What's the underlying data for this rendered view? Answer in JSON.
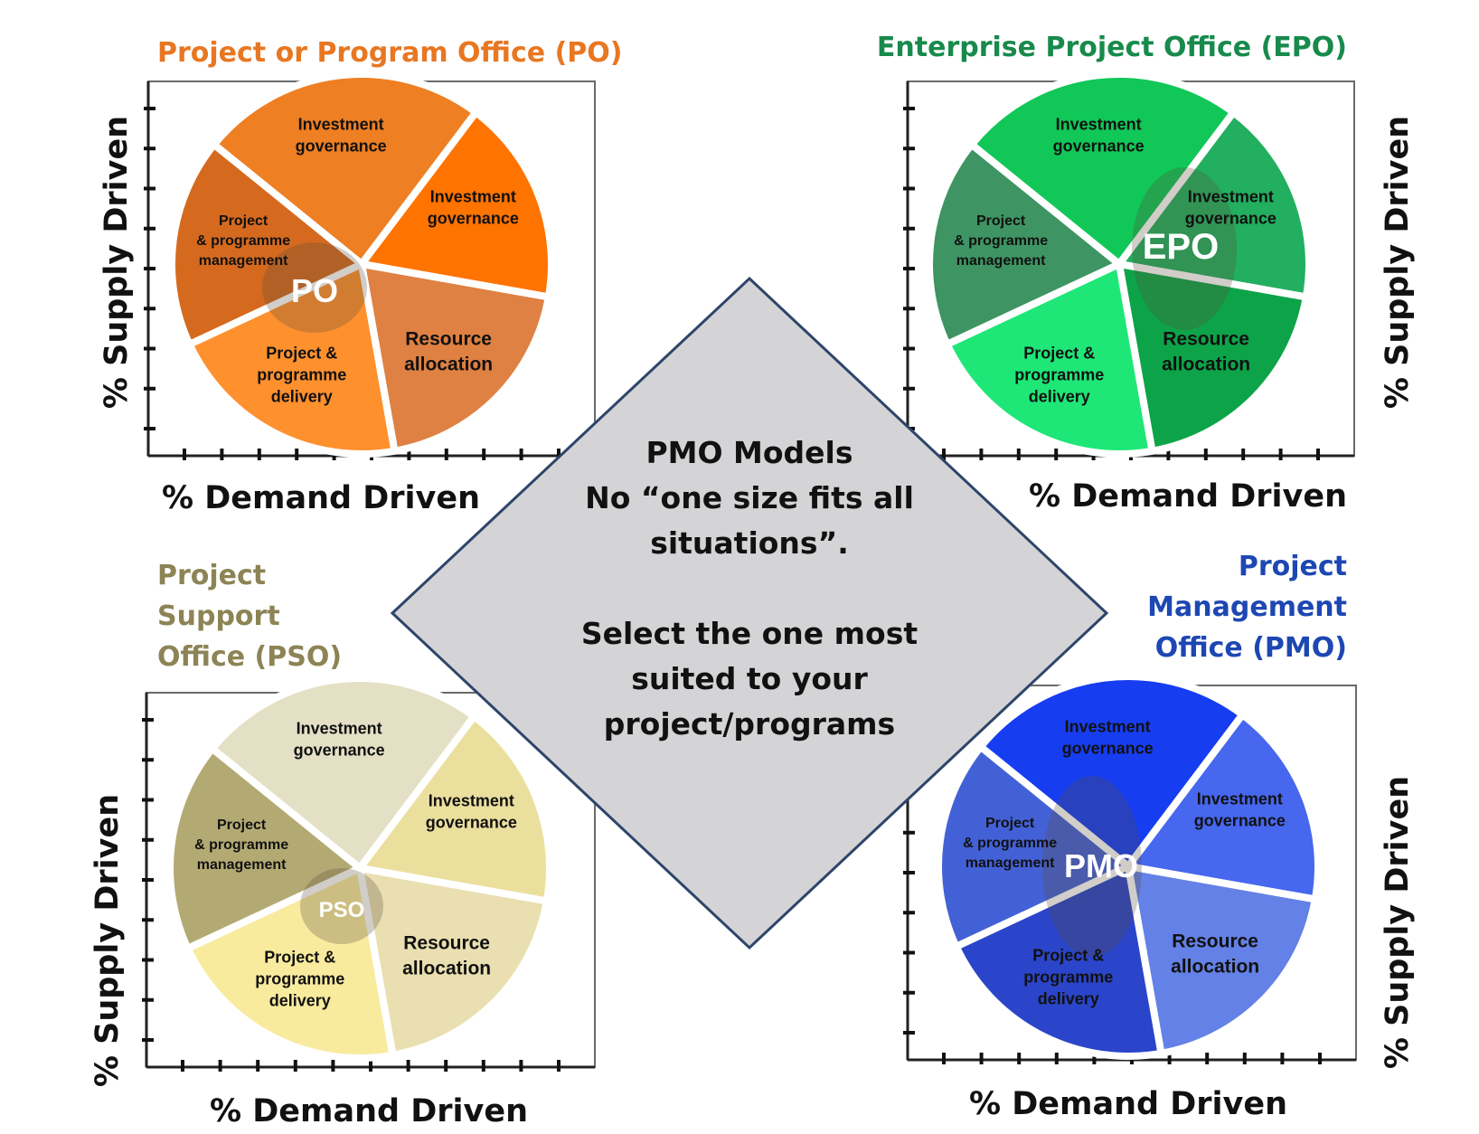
{
  "center": {
    "lines": [
      "PMO Models",
      "No “one size fits all",
      "situations”.",
      "",
      "Select the one most",
      "suited to your",
      "project/programs"
    ]
  },
  "axis": {
    "x_label": "% Demand Driven",
    "y_label": "% Supply Driven"
  },
  "quadrants": [
    {
      "id": "po",
      "title_lines": [
        "Project or Program Office (PO)"
      ],
      "title_color": "#E87722",
      "core_label": "PO",
      "segments": [
        {
          "lines": [
            "Investment",
            "governance"
          ],
          "color": "#EE7F22"
        },
        {
          "lines": [
            "Investment",
            "governance"
          ],
          "color": "#FF7300"
        },
        {
          "lines": [
            "Resource",
            "allocation"
          ],
          "color": "#DE8142"
        },
        {
          "lines": [
            "Project &",
            "programme",
            "delivery"
          ],
          "color": "#FF902E"
        },
        {
          "lines": [
            "Project",
            "& programme",
            "management"
          ],
          "color": "#D56A1F"
        }
      ]
    },
    {
      "id": "epo",
      "title_lines": [
        "Enterprise Project Office (EPO)"
      ],
      "title_color": "#178A4C",
      "core_label": "EPO",
      "segments": [
        {
          "lines": [
            "Investment",
            "governance"
          ],
          "color": "#10C758"
        },
        {
          "lines": [
            "Investment",
            "governance"
          ],
          "color": "#22AF5F"
        },
        {
          "lines": [
            "Resource",
            "allocation"
          ],
          "color": "#0DA449"
        },
        {
          "lines": [
            "Project &",
            "programme",
            "delivery"
          ],
          "color": "#1EE777"
        },
        {
          "lines": [
            "Project",
            "& programme",
            "management"
          ],
          "color": "#3E9563"
        }
      ]
    },
    {
      "id": "pso",
      "title_lines": [
        "Project",
        "Support",
        "Office (PSO)"
      ],
      "title_color": "#8C8455",
      "core_label": "PSO",
      "segments": [
        {
          "lines": [
            "Investment",
            "governance"
          ],
          "color": "#E4E0C6"
        },
        {
          "lines": [
            "Investment",
            "governance"
          ],
          "color": "#EBDF9E"
        },
        {
          "lines": [
            "Resource",
            "allocation"
          ],
          "color": "#E9DFB0"
        },
        {
          "lines": [
            "Project &",
            "programme",
            "delivery"
          ],
          "color": "#F8EB9E"
        },
        {
          "lines": [
            "Project",
            "& programme",
            "management"
          ],
          "color": "#B3AA73"
        }
      ]
    },
    {
      "id": "pmo",
      "title_lines": [
        "Project",
        "Management",
        "Office (PMO)"
      ],
      "title_color": "#1D47B2",
      "core_label": "PMO",
      "segments": [
        {
          "lines": [
            "Investment",
            "governance"
          ],
          "color": "#173DF1"
        },
        {
          "lines": [
            "Investment",
            "governance"
          ],
          "color": "#4667EE"
        },
        {
          "lines": [
            "Resource",
            "allocation"
          ],
          "color": "#6381E6"
        },
        {
          "lines": [
            "Project &",
            "programme",
            "delivery"
          ],
          "color": "#2A45C9"
        },
        {
          "lines": [
            "Project",
            "& programme",
            "management"
          ],
          "color": "#4361D6"
        }
      ]
    }
  ]
}
